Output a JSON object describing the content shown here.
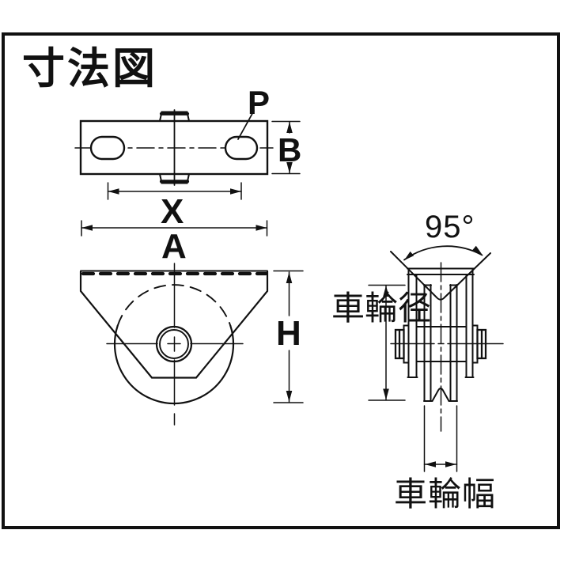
{
  "title": "寸法図",
  "drawing": {
    "type": "technical-dimension-diagram",
    "subject": "grooved caster wheel (door roller) with mounting plate",
    "views": [
      "top-view-plate",
      "front-view-bracket-wheel",
      "side-view-wheel-section"
    ],
    "colors": {
      "line": "#111111",
      "background": "#ffffff"
    }
  },
  "labels": {
    "p": "P",
    "b": "B",
    "x": "X",
    "a": "A",
    "h": "H",
    "groove_angle": "95°",
    "wheel_diameter": "車輪径",
    "wheel_width": "車輪幅"
  }
}
